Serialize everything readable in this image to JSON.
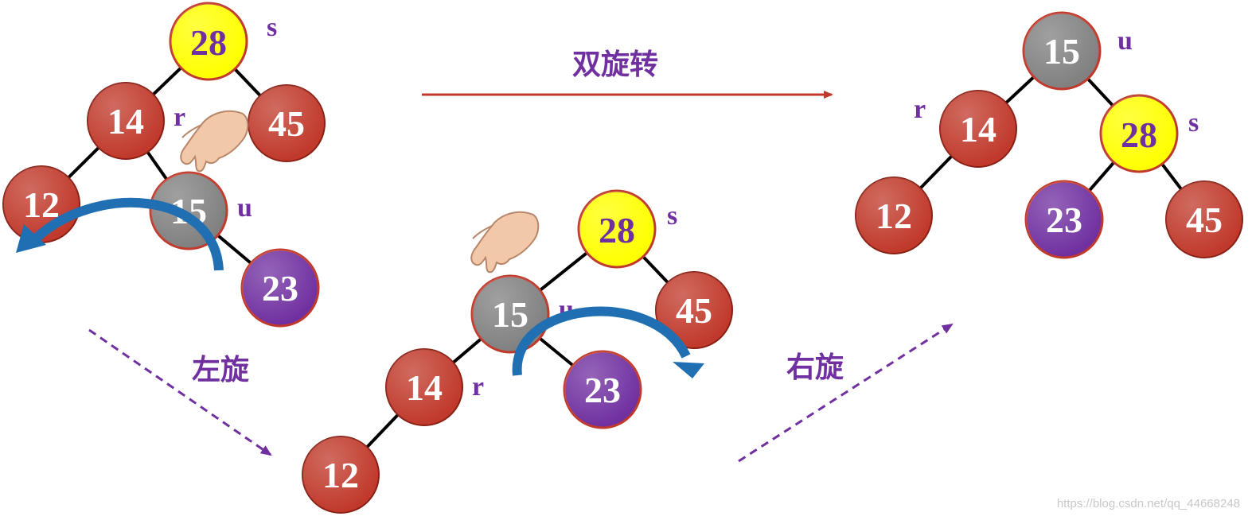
{
  "colors": {
    "red_node": "#c0392b",
    "gray_node": "#808080",
    "yellow_node": "#ffff00",
    "purple_node": "#7030a0",
    "edge": "#000000",
    "label_purple": "#7030a0",
    "title_arrow": "#c0392b",
    "rotate_arrow": "#1f6fb2",
    "dashed_arrow": "#7030a0",
    "watermark": "#c8c8c8"
  },
  "captions": {
    "double_rotation": "双旋转",
    "left_rotation": "左旋",
    "right_rotation": "右旋"
  },
  "watermark": "https://blog.csdn.net/qq_44668248",
  "trees": {
    "before": {
      "nodes": {
        "n28": {
          "value": "28",
          "tag": "s",
          "color": "yellow"
        },
        "n14": {
          "value": "14",
          "tag": "r",
          "color": "red"
        },
        "n45": {
          "value": "45",
          "tag": "",
          "color": "red"
        },
        "n12": {
          "value": "12",
          "tag": "",
          "color": "red"
        },
        "n15": {
          "value": "15",
          "tag": "u",
          "color": "gray"
        },
        "n23": {
          "value": "23",
          "tag": "",
          "color": "purple"
        }
      },
      "hand_icon": "hand-pointing-icon",
      "rotation_icon": "rotate-left-arrow-icon"
    },
    "middle": {
      "nodes": {
        "n28": {
          "value": "28",
          "tag": "s",
          "color": "yellow"
        },
        "n15": {
          "value": "15",
          "tag": "u",
          "color": "gray"
        },
        "n45": {
          "value": "45",
          "tag": "",
          "color": "red"
        },
        "n14": {
          "value": "14",
          "tag": "r",
          "color": "red"
        },
        "n23": {
          "value": "23",
          "tag": "",
          "color": "purple"
        },
        "n12": {
          "value": "12",
          "tag": "",
          "color": "red"
        }
      },
      "hand_icon": "hand-pointing-icon",
      "rotation_icon": "rotate-right-arrow-icon"
    },
    "after": {
      "nodes": {
        "n15": {
          "value": "15",
          "tag": "u",
          "color": "gray"
        },
        "n14": {
          "value": "14",
          "tag": "r",
          "color": "red"
        },
        "n28": {
          "value": "28",
          "tag": "s",
          "color": "yellow"
        },
        "n12": {
          "value": "12",
          "tag": "",
          "color": "red"
        },
        "n23": {
          "value": "23",
          "tag": "",
          "color": "purple"
        },
        "n45": {
          "value": "45",
          "tag": "",
          "color": "red"
        }
      }
    }
  }
}
